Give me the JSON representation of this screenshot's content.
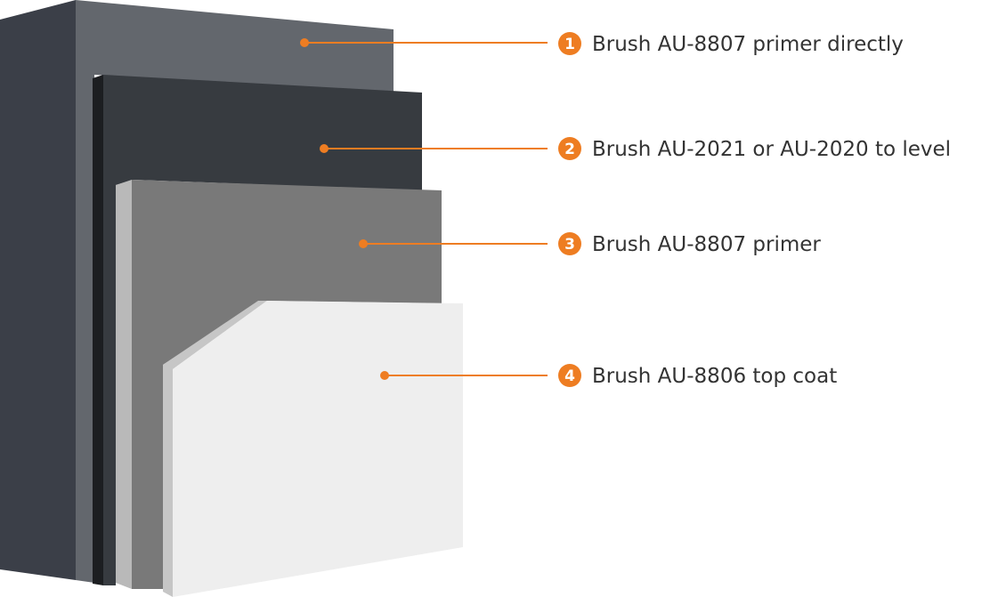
{
  "colors": {
    "accent": "#ee7d22",
    "label_text": "#333333",
    "layer1_front": "#63676d",
    "layer1_side": "#3b3f48",
    "layer2_front": "#373b40",
    "layer2_side": "#1c1e21",
    "layer3_front": "#797979",
    "layer3_side": "#b9b9b9",
    "layer4_front": "#eeeeee",
    "layer4_side": "#c6c6c6"
  },
  "layers": [
    {
      "number": "1",
      "label": "Brush AU-8807 primer directly"
    },
    {
      "number": "2",
      "label": "Brush AU-2021 or AU-2020 to level"
    },
    {
      "number": "3",
      "label": "Brush AU-8807 primer"
    },
    {
      "number": "4",
      "label": "Brush AU-8806 top coat"
    }
  ]
}
